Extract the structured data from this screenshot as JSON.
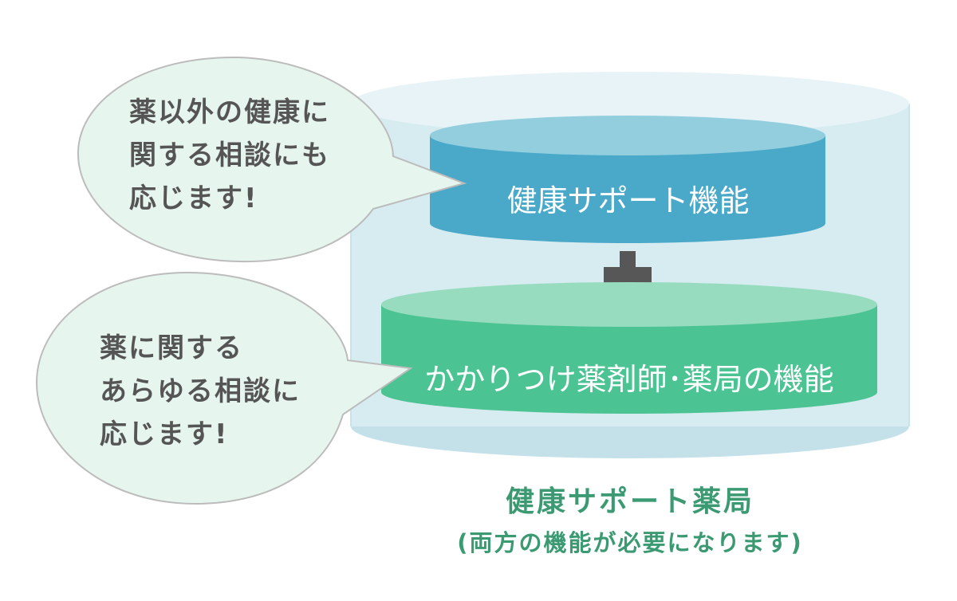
{
  "bubbles": {
    "top": {
      "lines": [
        "薬以外の健康に",
        "関する相談にも",
        "応じます!"
      ]
    },
    "bottom": {
      "lines": [
        "薬に関する",
        "あらゆる相談に",
        "応じます!"
      ]
    }
  },
  "cylinders": {
    "top_label": "健康サポート機能",
    "bottom_label": "かかりつけ薬剤師･薬局の機能"
  },
  "plus_icon": "plus-icon",
  "caption": {
    "title": "健康サポート薬局",
    "subtitle": "(両方の機能が必要になります)"
  },
  "colors": {
    "outer_cylinder": "#d7ecf1",
    "outer_cylinder_top": "#e6f3f7",
    "top_disc_side": "#4aa8c9",
    "top_disc_top": "#93cede",
    "bottom_disc_side": "#4cc393",
    "bottom_disc_top": "#97dcbf",
    "bubble_fill": "#e7f5ef",
    "bubble_stroke": "#bbbbbb",
    "plus": "#575757",
    "caption": "#3b9a72"
  }
}
